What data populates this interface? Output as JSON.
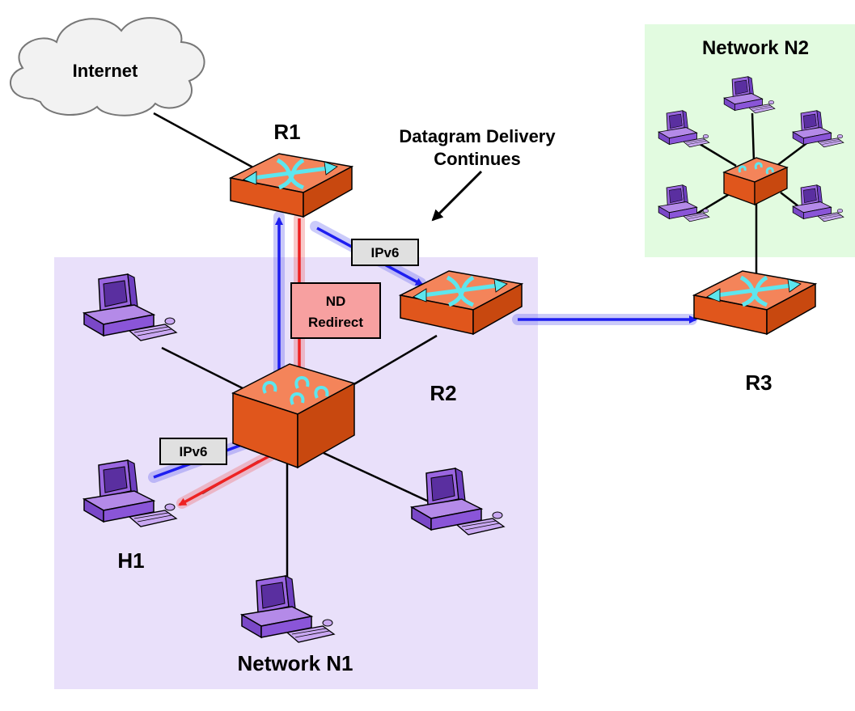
{
  "labels": {
    "internet": "Internet",
    "r1": "R1",
    "r2": "R2",
    "r3": "R3",
    "h1": "H1",
    "network_n1": "Network N1",
    "network_n2": "Network N2",
    "annotation_line1": "Datagram Delivery",
    "annotation_line2": "Continues",
    "ipv6_top": "IPv6",
    "ipv6_left": "IPv6",
    "nd_line1": "ND",
    "nd_line2": "Redirect"
  },
  "colors": {
    "network_n1_bg": "#e9e0fa",
    "network_n2_bg": "#e2fbe0",
    "router_orange": "#f06a2a",
    "computer_purple": "#8a55d8",
    "ipv6_arrow": "#1e1ef0",
    "redirect_arrow": "#ee2222",
    "nd_box": "#f7a0a0",
    "ipv6_box": "#e0e0e0"
  },
  "icons": [
    "cloud-icon",
    "router-icon",
    "switch-icon",
    "computer-icon"
  ]
}
